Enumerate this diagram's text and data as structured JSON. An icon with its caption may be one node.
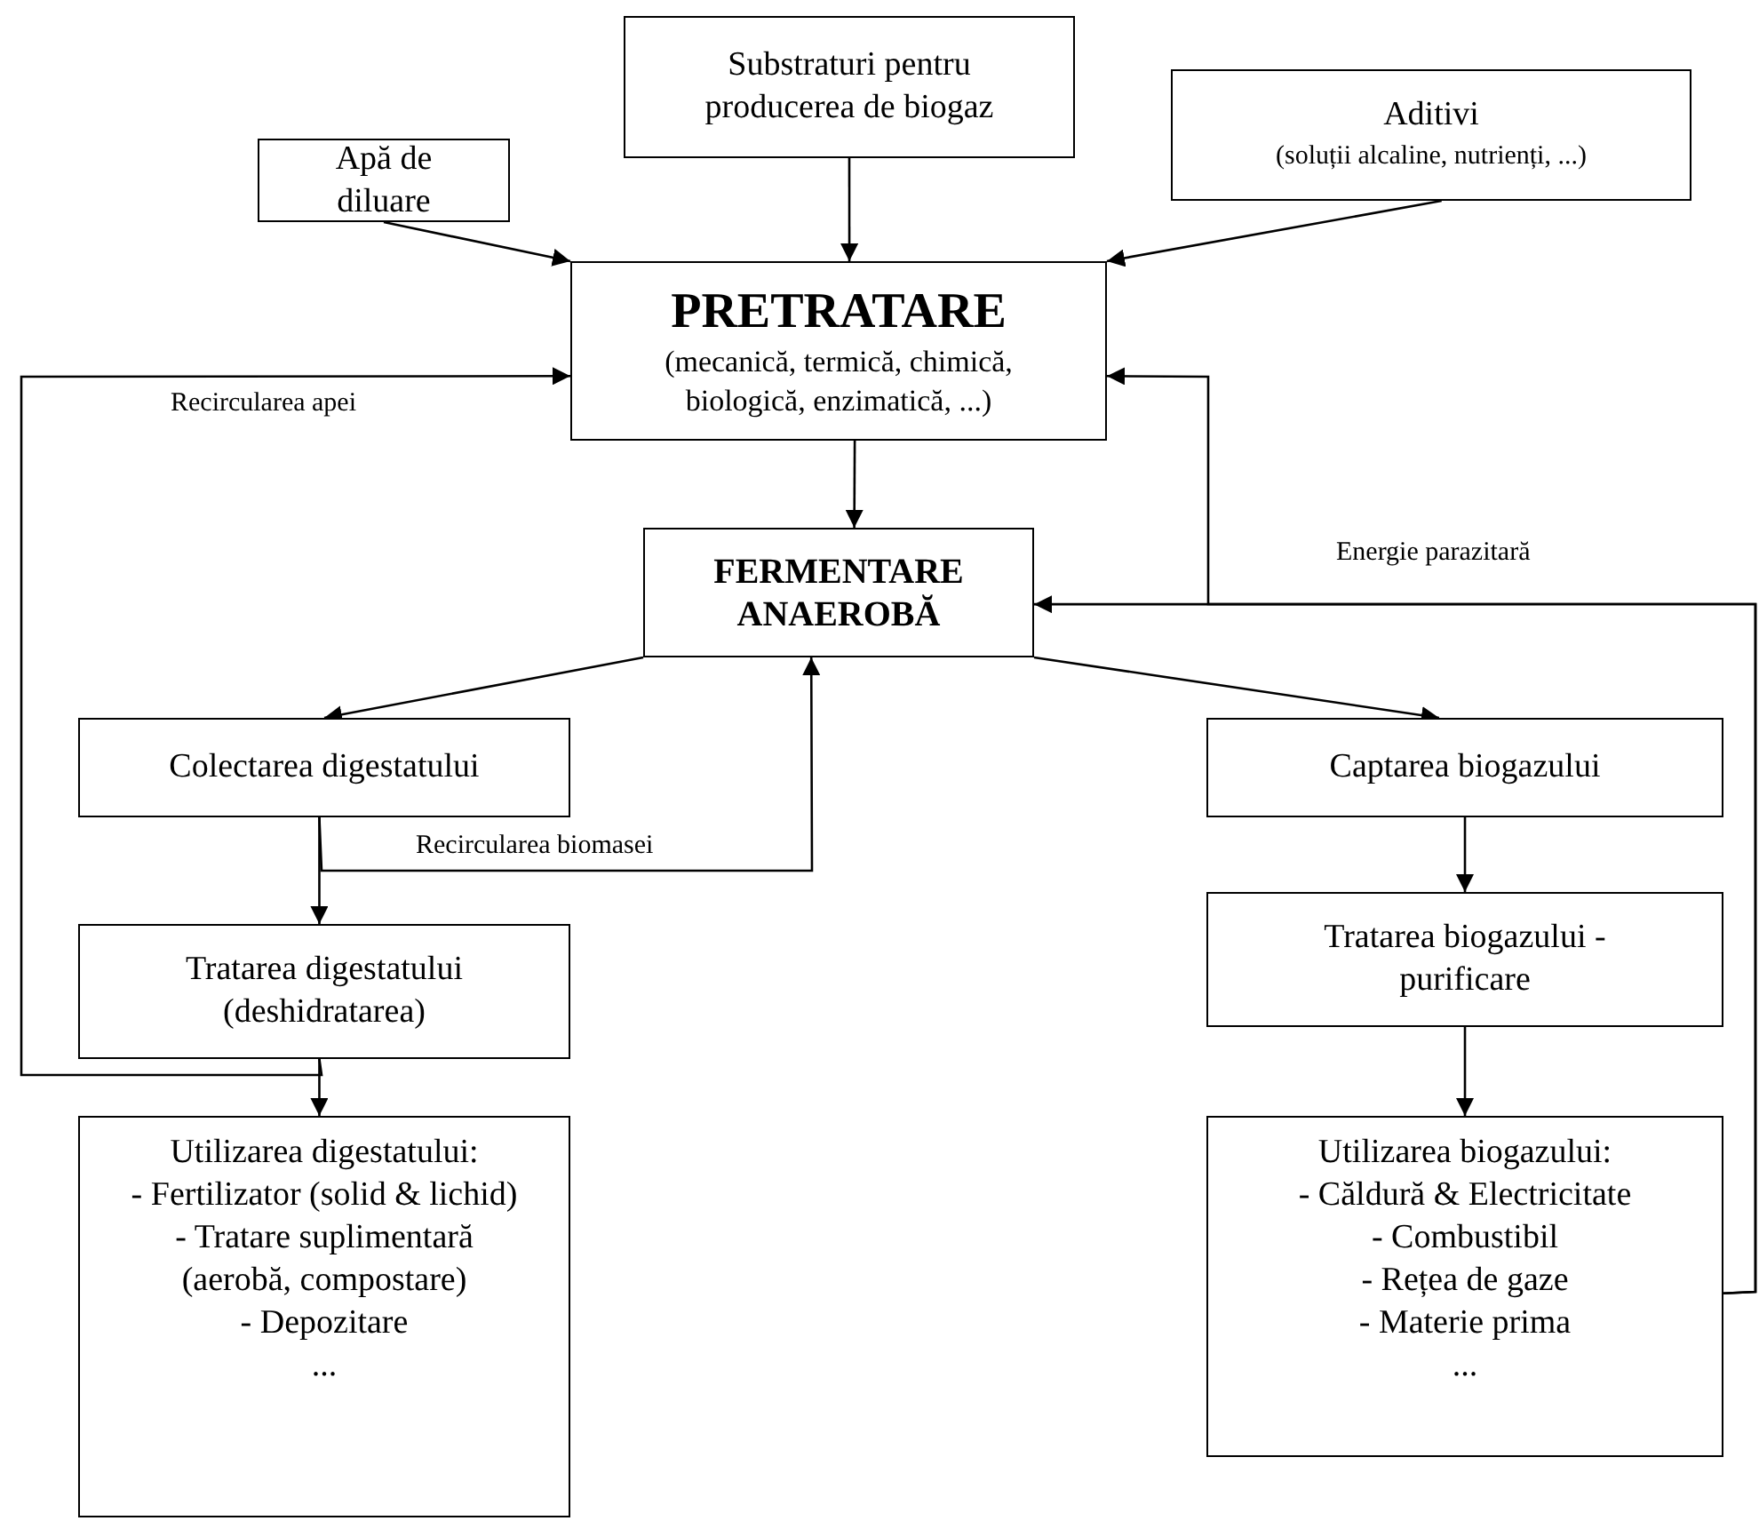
{
  "diagram": {
    "nodes": [
      {
        "text": [
          "Apă de diluare"
        ]
      },
      {
        "text": [
          "Substraturi pentru producerea de biogaz"
        ]
      },
      {
        "text": [
          "Aditivi",
          "(soluții alcaline, nutrienți, ...)"
        ]
      },
      {
        "text": [
          "PRETRATARE",
          "(mecanică, termică, chimică, biologică, enzimatică, ...)"
        ]
      },
      {
        "text": [
          "FERMENTARE ANAEROBĂ"
        ]
      },
      {
        "text": [
          "Colectarea digestatului"
        ]
      },
      {
        "text": [
          "Captarea biogazului"
        ]
      },
      {
        "text": [
          "Tratarea digestatului (deshidratarea)"
        ]
      },
      {
        "text": [
          "Tratarea biogazului - purificare"
        ]
      },
      {
        "text": [
          "Utilizarea digestatului:",
          "- Fertilizator (solid & lichid)",
          "- Tratare suplimentară (aerobă, compostare)",
          "- Depozitare",
          "..."
        ]
      },
      {
        "text": [
          "Utilizarea biogazului:",
          "- Căldură & Electricitate",
          "- Combustibil",
          "- Rețea de gaze",
          "- Materie prima",
          "..."
        ]
      }
    ],
    "edges": [
      {
        "from": 0,
        "to": 3,
        "arrow": "to"
      },
      {
        "from": 1,
        "to": 3,
        "arrow": "to"
      },
      {
        "from": 2,
        "to": 3,
        "arrow": "to"
      },
      {
        "from": 3,
        "to": 4,
        "arrow": "to"
      },
      {
        "from": 4,
        "to": 5,
        "arrow": "to"
      },
      {
        "from": 4,
        "to": 6,
        "arrow": "to"
      },
      {
        "from": 5,
        "to": 7,
        "arrow": "to"
      },
      {
        "from": 6,
        "to": 8,
        "arrow": "to"
      },
      {
        "from": 7,
        "to": 9,
        "arrow": "to"
      },
      {
        "from": 8,
        "to": 10,
        "arrow": "to"
      },
      {
        "from": 7,
        "to": 3,
        "arrow": "to",
        "label": "Recircularea apei"
      },
      {
        "from": 5,
        "to": 4,
        "arrow": "to",
        "label": "Recircularea biomasei"
      },
      {
        "from": 10,
        "to": 4,
        "arrow": "to",
        "label": "Energie parazitară"
      },
      {
        "from": 10,
        "to": 3,
        "arrow": "to"
      }
    ]
  }
}
